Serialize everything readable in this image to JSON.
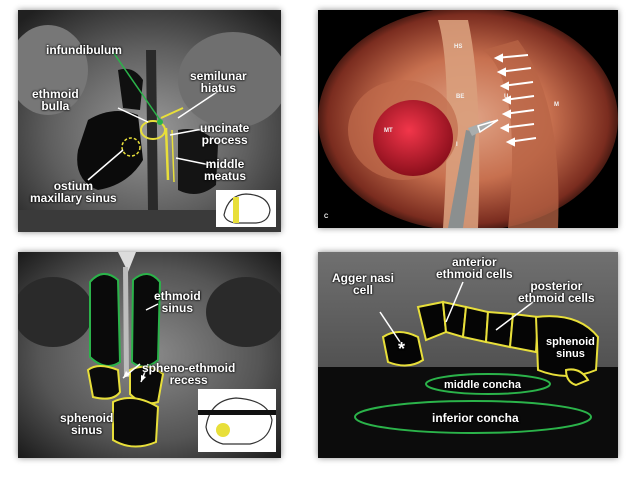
{
  "panel_tl": {
    "labels": {
      "infundibulum": "infundibulum",
      "ethmoid_bulla": "ethmoid\nbulla",
      "semilunar_hiatus": "semilunar\nhiatus",
      "uncinate_process": "uncinate\nprocess",
      "middle_meatus": "middle\nmeatus",
      "ostium_maxillary_sinus": "ostium\nmaxillary sinus"
    }
  },
  "panel_tr": {
    "tags": {
      "hs": "HS",
      "be": "BE",
      "u": "U",
      "m": "M",
      "mt": "MT",
      "i": "I",
      "c": "C"
    }
  },
  "panel_bl": {
    "labels": {
      "ethmoid_sinus": "ethmoid\nsinus",
      "spheno_ethmoid_recess": "spheno-ethmoid\nrecess",
      "sphenoid_sinus": "sphenoid\nsinus"
    }
  },
  "panel_br": {
    "labels": {
      "agger_nasi_cell": "Agger nasi\ncell",
      "anterior_ethmoid_cells": "anterior\nethmoid cells",
      "posterior_ethmoid_cells": "posterior\nethmoid cells",
      "sphenoid_sinus": "sphenoid\nsinus",
      "middle_concha": "middle concha",
      "inferior_concha": "inferior concha",
      "asterisk": "*"
    }
  },
  "colors": {
    "outline_yellow": "#e8df3a",
    "outline_green": "#2bb34a",
    "text": "#ffffff"
  }
}
